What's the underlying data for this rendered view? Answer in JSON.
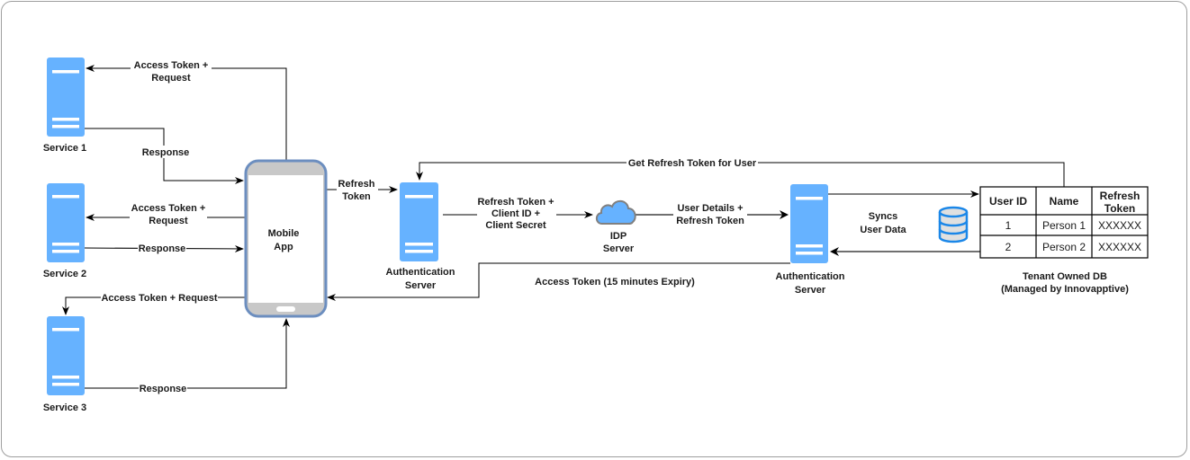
{
  "colors": {
    "server_fill": "#66b2ff",
    "server_stripe": "#ffffff",
    "phone_border": "#6c8ebf",
    "phone_bezel": "#c8c8c8",
    "cloud_fill": "#66b2ff",
    "cloud_stroke": "#808080",
    "db_stroke": "#1b87e8",
    "db_fill": "#e0e0e0",
    "frame_border": "#9e9e9e"
  },
  "nodes": {
    "service1": {
      "label": "Service 1",
      "icon": "server-icon"
    },
    "service2": {
      "label": "Service 2",
      "icon": "server-icon"
    },
    "service3": {
      "label": "Service 3",
      "icon": "server-icon"
    },
    "mobile_app": {
      "label_line1": "Mobile",
      "label_line2": "App",
      "icon": "smartphone-icon"
    },
    "auth_server_1": {
      "label_line1": "Authentication",
      "label_line2": "Server",
      "icon": "server-icon"
    },
    "idp_server": {
      "label_line1": "IDP",
      "label_line2": "Server",
      "icon": "cloud-icon"
    },
    "auth_server_2": {
      "label_line1": "Authentication",
      "label_line2": "Server",
      "icon": "server-icon"
    },
    "database": {
      "icon": "database-icon",
      "caption_line1": "Tenant Owned DB",
      "caption_line2": "(Managed by Innovapptive)"
    }
  },
  "edges": {
    "app_to_s1": {
      "line1": "Access Token +",
      "line2": "Request"
    },
    "s1_to_app": {
      "text": "Response"
    },
    "app_to_s2": {
      "line1": "Access Token +",
      "line2": "Request"
    },
    "s2_to_app": {
      "text": "Response"
    },
    "app_to_s3": {
      "text": "Access Token + Request"
    },
    "s3_to_app": {
      "text": "Response"
    },
    "app_to_auth": {
      "line1": "Refresh",
      "line2": "Token"
    },
    "auth_to_idp": {
      "line1": "Refresh Token +",
      "line2": "Client ID +",
      "line3": "Client Secret"
    },
    "idp_to_auth2": {
      "line1": "User Details +",
      "line2": "Refresh Token"
    },
    "auth2_to_app": {
      "text": "Access Token (15 minutes Expiry)"
    },
    "db_to_auth1": {
      "text": "Get Refresh Token for User"
    },
    "sync": {
      "line1": "Syncs",
      "line2": "User Data"
    }
  },
  "table": {
    "headers": [
      "User ID",
      "Name",
      "Refresh",
      "Token"
    ],
    "rows": [
      [
        "1",
        "Person 1",
        "XXXXXX"
      ],
      [
        "2",
        "Person 2",
        "XXXXXX"
      ]
    ]
  }
}
